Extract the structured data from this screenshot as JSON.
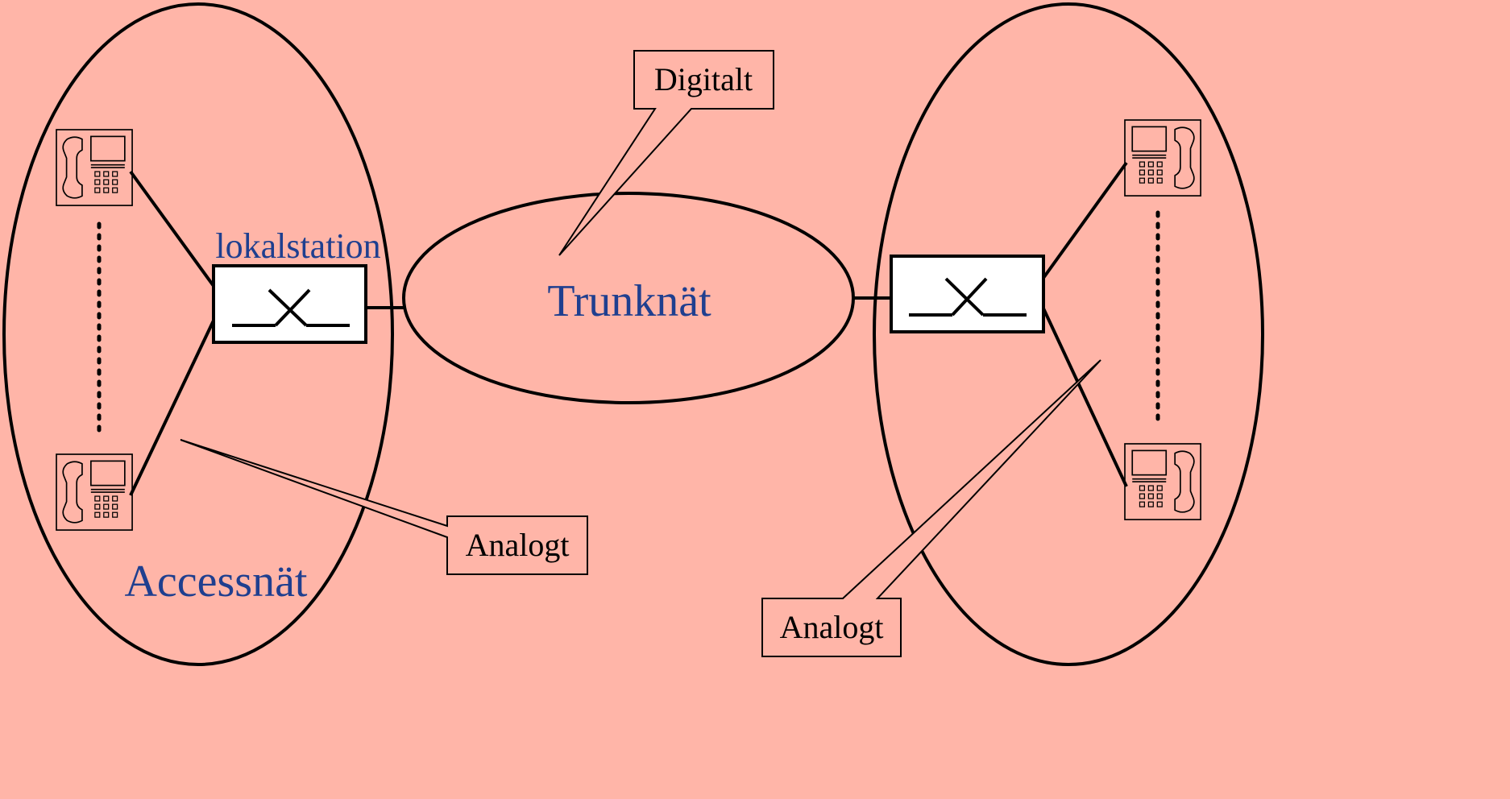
{
  "colors": {
    "background": "#FFB5A8",
    "blue_label": "#1F3F8F",
    "stroke": "#000000",
    "box_fill": "#FFFFFF"
  },
  "labels": {
    "lokalstation": "lokalstation",
    "trunknat": "Trunknät",
    "accessnat": "Accessnät",
    "digitalt": "Digitalt",
    "analogt_left": "Analogt",
    "analogt_right": "Analogt"
  },
  "icons": {
    "telephone": "telephone-icon",
    "exchange": "exchange-switch-icon"
  }
}
